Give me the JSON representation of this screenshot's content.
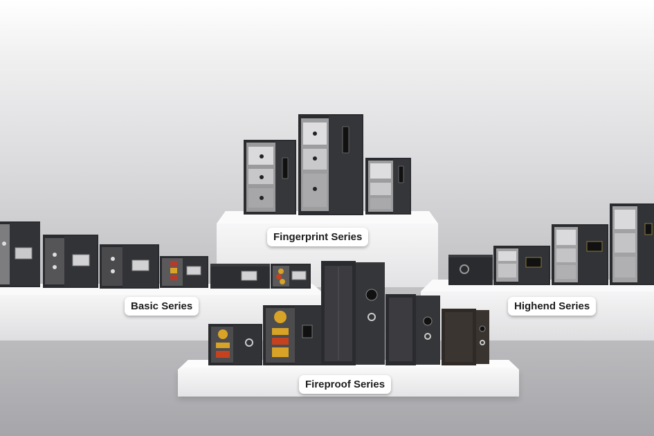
{
  "labels": {
    "fingerprint": "Fingerprint Series",
    "basic": "Basic Series",
    "highend": "Highend Series",
    "fireproof": "Fireproof Series"
  },
  "colors": {
    "background": "#d2d2d4",
    "platform": "#f4f4f5",
    "safe_body": "#2b2c2f",
    "label_bg": "#ffffff",
    "gold": "#d8a326"
  },
  "safes": [
    {
      "name": "basic-safe",
      "door": "open"
    },
    {
      "name": "basic-safe",
      "door": "open"
    },
    {
      "name": "basic-safe",
      "door": "open"
    },
    {
      "name": "basic-safe",
      "door": "open"
    },
    {
      "name": "basic-safe",
      "door": "closed"
    },
    {
      "name": "basic-safe",
      "door": "open"
    },
    {
      "name": "fingerprint-safe",
      "door": "open"
    },
    {
      "name": "fingerprint-safe",
      "door": "open"
    },
    {
      "name": "fingerprint-safe",
      "door": "open"
    },
    {
      "name": "highend-safe",
      "door": "closed"
    },
    {
      "name": "highend-safe",
      "door": "open"
    },
    {
      "name": "highend-safe",
      "door": "open"
    },
    {
      "name": "highend-safe",
      "door": "open"
    },
    {
      "name": "fireproof-safe",
      "door": "open"
    },
    {
      "name": "fireproof-safe",
      "door": "open"
    },
    {
      "name": "fireproof-safe",
      "door": "open"
    },
    {
      "name": "fireproof-safe",
      "door": "open"
    },
    {
      "name": "fireproof-safe",
      "door": "open"
    }
  ]
}
